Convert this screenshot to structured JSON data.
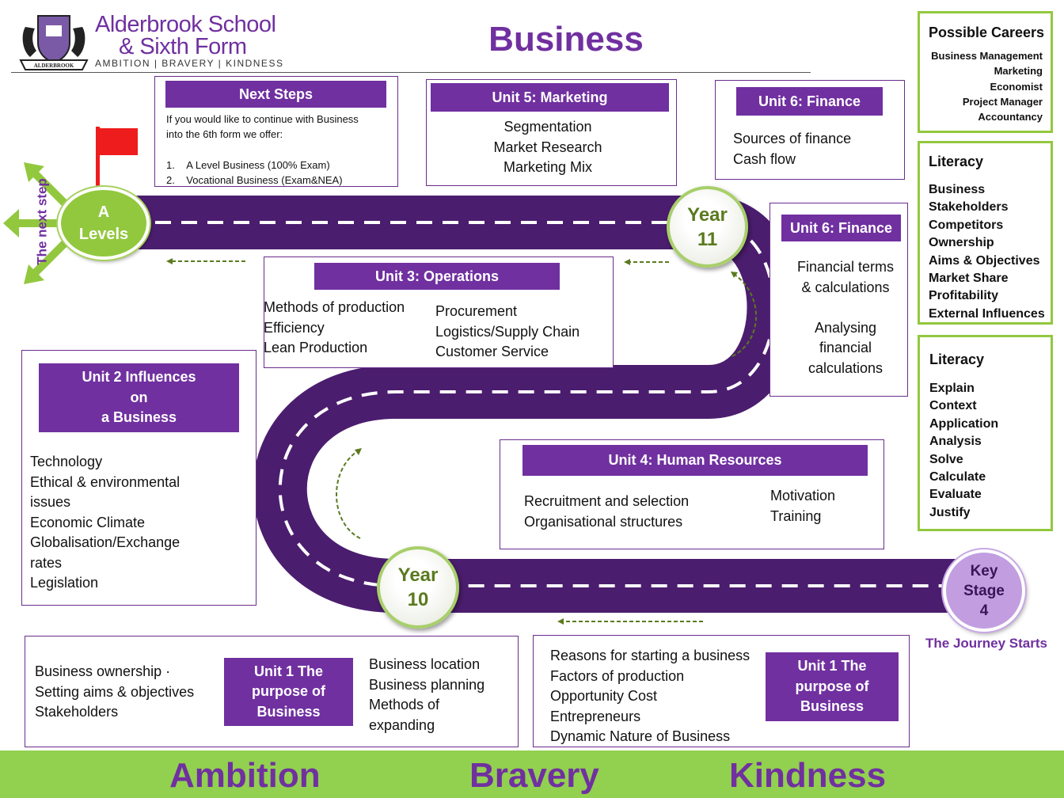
{
  "header": {
    "school_name_line1": "Alderbrook School",
    "school_name_line2": "& Sixth Form",
    "school_motto": "AMBITION | BRAVERY | KINDNESS",
    "crest_banner": "ALDERBROOK",
    "page_title": "Business"
  },
  "careers": {
    "title": "Possible Careers",
    "items": [
      "Business Management",
      "Marketing",
      "Economist",
      "Project Manager",
      "Accountancy"
    ]
  },
  "literacy1": {
    "title": "Literacy",
    "items": [
      "Business",
      "Stakeholders",
      "Competitors",
      "Ownership",
      "Aims & Objectives",
      "Market Share",
      "Profitability",
      "External Influences"
    ]
  },
  "literacy2": {
    "title": "Literacy",
    "items": [
      "Explain",
      "Context",
      "Application",
      "Analysis",
      "Solve",
      "Calculate",
      "Evaluate",
      "Justify"
    ]
  },
  "next_steps": {
    "title": "Next Steps",
    "intro_line1": "If you would like to continue with Business",
    "intro_line2": "into the 6th form we offer:",
    "options": [
      "A Level Business (100% Exam)",
      "Vocational Business (Exam&NEA)"
    ]
  },
  "unit5": {
    "title": "Unit 5: Marketing",
    "items": [
      "Segmentation",
      "Market Research",
      "Marketing Mix"
    ]
  },
  "unit6a": {
    "title": "Unit 6: Finance",
    "items": [
      "Sources of finance",
      "Cash flow"
    ]
  },
  "unit6b": {
    "title": "Unit 6: Finance",
    "lines": [
      "Financial terms",
      "& calculations",
      "",
      "Analysing",
      "financial",
      "calculations"
    ]
  },
  "unit3": {
    "title": "Unit 3: Operations",
    "left_items": [
      "Methods of production",
      "Efficiency",
      "Lean Production"
    ],
    "right_items": [
      "Procurement",
      "Logistics/Supply Chain",
      "Customer Service"
    ]
  },
  "unit2": {
    "title_lines": [
      "Unit 2 Influences",
      "on",
      "a Business"
    ],
    "items": [
      "Technology",
      "Ethical & environmental",
      "issues",
      "Economic Climate",
      "Globalisation/Exchange",
      "rates",
      "Legislation"
    ]
  },
  "unit4": {
    "title": "Unit 4: Human Resources",
    "left_items": [
      "Recruitment and selection",
      "Organisational structures"
    ],
    "right_items": [
      "Motivation",
      "Training"
    ]
  },
  "unit1a": {
    "title_lines": [
      "Unit 1 The",
      "purpose  of",
      "Business"
    ],
    "left_items": [
      "Business ownership ·",
      "Setting aims & objectives",
      "Stakeholders"
    ],
    "right_items": [
      "Business location",
      "Business planning",
      "Methods of",
      "expanding"
    ]
  },
  "unit1b": {
    "title_lines": [
      "Unit 1 The",
      "purpose  of",
      "Business"
    ],
    "items": [
      "Reasons for starting a business",
      "Factors of production",
      "Opportunity Cost",
      "Entrepreneurs",
      "Dynamic Nature of Business"
    ]
  },
  "milestones": {
    "a_levels_line1": "A",
    "a_levels_line2": "Levels",
    "year11_line1": "Year",
    "year11_line2": "11",
    "year10_line1": "Year",
    "year10_line2": "10",
    "ks4_line1": "Key",
    "ks4_line2": "Stage",
    "ks4_line3": "4",
    "journey_starts": "The Journey Starts",
    "next_step_vertical": "The next step"
  },
  "footer": {
    "word1": "Ambition",
    "word2": "Bravery",
    "word3": "Kindness"
  },
  "colors": {
    "purple": "#7030a0",
    "road": "#4b1d6e",
    "green": "#92d050",
    "green_dark": "#6aa22a"
  }
}
